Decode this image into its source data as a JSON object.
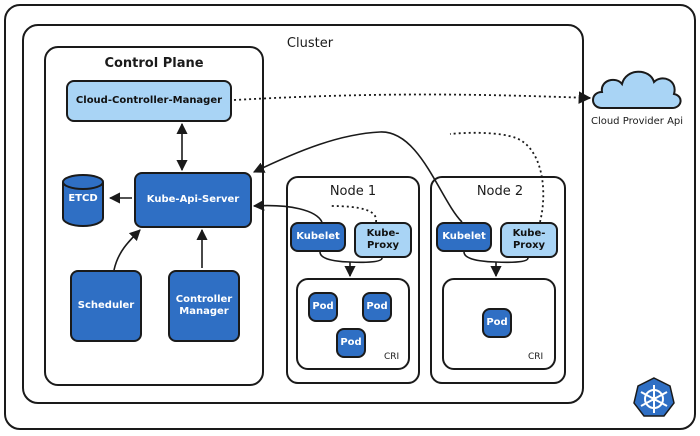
{
  "cluster": {
    "title": "Cluster"
  },
  "control_plane": {
    "title": "Control Plane",
    "cloud_controller_manager": "Cloud-Controller-Manager",
    "api_server": "Kube-Api-Server",
    "etcd": "ETCD",
    "scheduler": "Scheduler",
    "controller_manager": "Controller\nManager"
  },
  "cloud_provider": {
    "label": "Cloud Provider Api"
  },
  "nodes": [
    {
      "title": "Node 1",
      "kubelet": "Kubelet",
      "proxy": "Kube-\nProxy",
      "pods": [
        "Pod",
        "Pod",
        "Pod"
      ],
      "cri": "CRI"
    },
    {
      "title": "Node 2",
      "kubelet": "Kubelet",
      "proxy": "Kube-\nProxy",
      "pods": [
        "Pod"
      ],
      "cri": "CRI"
    }
  ],
  "colors": {
    "dark_box": "#2f6fc4",
    "light_box": "#a9d4f5",
    "stroke": "#1a1a1a"
  },
  "icons": {
    "logo": "kubernetes-helm-icon",
    "cloud": "cloud-icon",
    "database": "database-icon"
  }
}
